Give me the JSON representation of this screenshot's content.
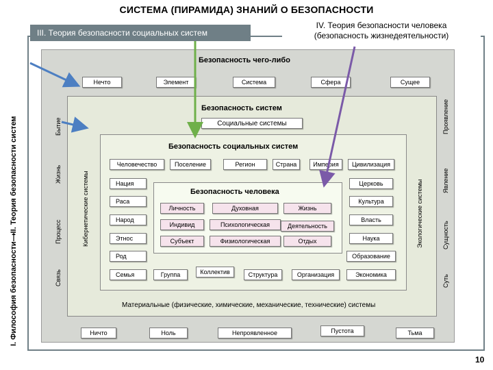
{
  "title": "СИСТЕМА (ПИРАМИДА) ЗНАНИЙ О БЕЗОПАСНОСТИ",
  "theory3": "III. Теория безопасности социальных систем",
  "theory4_line1": "IV. Теория безопасности человека",
  "theory4_line2": "(безопасность жизнедеятельности)",
  "left_vertical": {
    "part1": "I. Философия безопасности",
    "part2": "II. Теория безопасности систем"
  },
  "level1": {
    "header": "Безопасность чего-либо",
    "items": [
      "Нечто",
      "Элемент",
      "Система",
      "Сфера",
      "Сущее"
    ],
    "bottom_items": [
      "Ничто",
      "Ноль",
      "Непроявленное",
      "Пустота",
      "Тьма"
    ],
    "left_labels": [
      "Бытие",
      "Жизнь",
      "Процесс",
      "Связь"
    ],
    "right_labels": [
      "Проявление",
      "Явление",
      "Сущность",
      "Суть"
    ]
  },
  "level2": {
    "header": "Безопасность систем",
    "subheader": "Социальные системы",
    "left_label": "Кибернетические системы",
    "right_label": "Экологические  системы",
    "materials": "Материальные (физические, химические, механические, технические) системы"
  },
  "level3": {
    "header": "Безопасность социальных систем",
    "top_row": [
      "Человечество",
      "Поселение",
      "Регион",
      "Страна",
      "Империя",
      "Цивилизация"
    ],
    "left_col": [
      "Нация",
      "Раса",
      "Народ",
      "Этнос",
      "Род",
      "Семья"
    ],
    "right_col": [
      "Церковь",
      "Культура",
      "Власть",
      "Наука",
      "Образование"
    ],
    "bottom_row": [
      "Группа",
      "Коллектив",
      "Структура",
      "Организация",
      "Экономика"
    ]
  },
  "level4": {
    "header": "Безопасность человека",
    "cells": [
      [
        "Личность",
        "Духовная",
        "Жизнь"
      ],
      [
        "Индивид",
        "Психологическая",
        "Деятельность"
      ],
      [
        "Субъект",
        "Физиологическая",
        "Отдых"
      ]
    ]
  },
  "page_number": "10",
  "colors": {
    "outer_frame": "#6f7f86",
    "gray_panel": "#d5d7d2",
    "level2_panel": "#e6eadb",
    "level3_panel": "#eef2e4",
    "level4_panel": "#f7fbf0",
    "pink_cell": "#f6e3ec",
    "arrow_blue": "#4d7fc2",
    "arrow_green": "#6fb04a",
    "arrow_purple": "#7b5aa8"
  }
}
